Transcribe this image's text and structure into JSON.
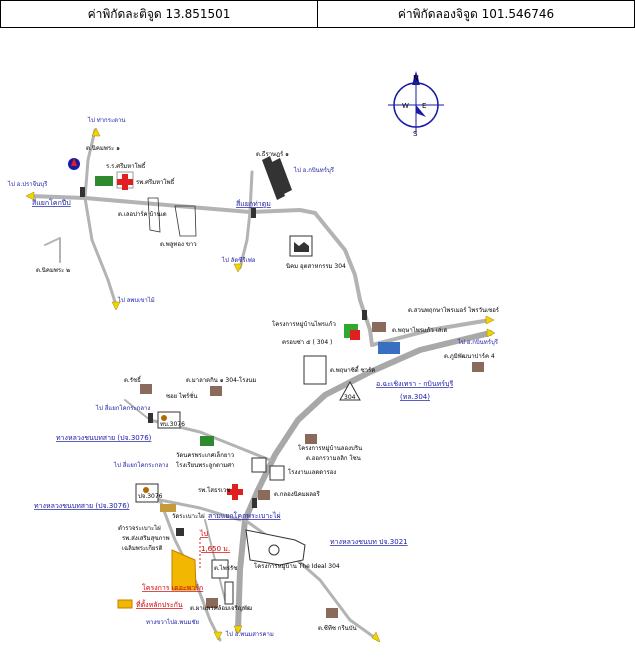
{
  "header": {
    "lat_label": "ค่าพิกัดละติจูด 13.851501",
    "lon_label": "ค่าพิกัดลองจิจูด 101.546746"
  },
  "compass": {
    "north": "N",
    "east": "E",
    "west": "W",
    "south": "S"
  },
  "labels": {
    "to_tha_kradan": "ไป ท่ากระดาน",
    "pump_nikhom": "ต.นิคมพระ ๑",
    "wat_sri_mahapho": "ร.ร.ศรีมหาโพธิ์",
    "hospital_sri_mahapho": "รพ.ศรีมหาโพธิ์",
    "to_prachinburi": "ไป อ.ปราจีนบุรี",
    "junction_khok_pip": "สี่แยกโคกปีป",
    "school_lek": "ต.เลอปาร์ค บ้านเด",
    "pump_nikhom2": "ต.พลูทอง ขาว",
    "tambon_nikhom2": "ต.นิคมพระ ๒",
    "to_khao_mai_kaew": "ไป ลพบเขาไม้",
    "school_2": "ต.ธีราษฎร์ ๑",
    "to_kabinburi_top": "ไป อ.กบินทร์บุรี",
    "junction_tha_tum": "สี่แยกท่าตูม",
    "to_hat_yai": "ไป ลัดซีรีเฟอ",
    "industrial_304": "นิคม อุตสาหกรรม 304",
    "tambon_far_right": "ต.สวนพฤกษาไพรเมอร์ ไพรวันเซอร์",
    "project_village": "โครงการหมู่บ้านไพรแก้ว",
    "phase_304": "ครอบซ่า ๕ ( 304 )",
    "tambon_village": "ต.พฤษาไพรแก้ว เล่เด",
    "to_kabinburi_right": "ไป อ.กบินทร์บุรี",
    "tambon_right": "ต.ภูมิพัฒนาปาร์ค 4",
    "tambon_pu": "ต.พฤษาซิตี้ ซาร์ค",
    "district_tong": "อ.ฉะเชิงเทรา - กบินทร์บุรี",
    "rd_304": "(ทล.304)",
    "sign_304": "304",
    "tambon_left": "ต.รัชธิ์",
    "market_304": "ต.มาลาตกิน ๑ 304-โรงนม",
    "sign_mark": "ซอย ไพร์ชั่น",
    "to_khok_klang": "ไป สี่แยกโคกระกลาง",
    "sign_3076": "ทบ.3076",
    "rd_3076_top": "ทางหลวงชนบทสาย (ปจ.3076)",
    "wat_school": "วัดนครพระเกศเล็กยาว",
    "school_temple": "โรงเรียนพระลูกตามศา",
    "project_right": "โครงการหมู่บ้านลองบริน",
    "market_right": "ต.ออกรวามลลิก โซน",
    "factory_center": "โรงงานแลดดารอง",
    "to_khok_klang2": "ไป สี่แยกโคกระกลาง",
    "sign_3076b": "ปจ.3076",
    "hospital_b": "รพ.โสธรเวช",
    "pump_b": "ต.กลองนิคมผลอรี",
    "rd_3076_low": "ทางหลวงชนบทสาย (ปจ.3076)",
    "wat_ban": "วัดระเบาะไผ่",
    "junction_low": "สามแยกโคกพระเบาะไผ่",
    "local_admin": "ตำรวจระเบาะไผ่",
    "health_1": "รพ.ส่งเสริมสุขภาพ",
    "health_2": "เฉลิมพระเกียรติ",
    "distance": "1,650 ม.",
    "to_road": "ไป",
    "site_lease": "ต.ไพรรัช",
    "rd_3021": "ทางหลวงชนบท ปจ.3021",
    "project_bottom": "โครงการหมู่บ้าน The Ideal 304",
    "project_name": "โครงการ เดอะพาร์ก",
    "legend": "ที่ตั้งหลักประกัน",
    "to_bottom_left": "ต.ผาแพรคล้อมเจริญพัฒ",
    "to_sahat": "ทางขวาไปอ.พนมชัย",
    "to_phanom": "ไป อ.พนมสารคาม",
    "tambon_bottom": "ต.ซีทีซ กรีนบัน"
  },
  "colors": {
    "road": "#b3b3b3",
    "road_edge": "#8a8a8a",
    "link": "#1a1aa6",
    "hospital": "#e02020",
    "site": "#f2b700"
  }
}
